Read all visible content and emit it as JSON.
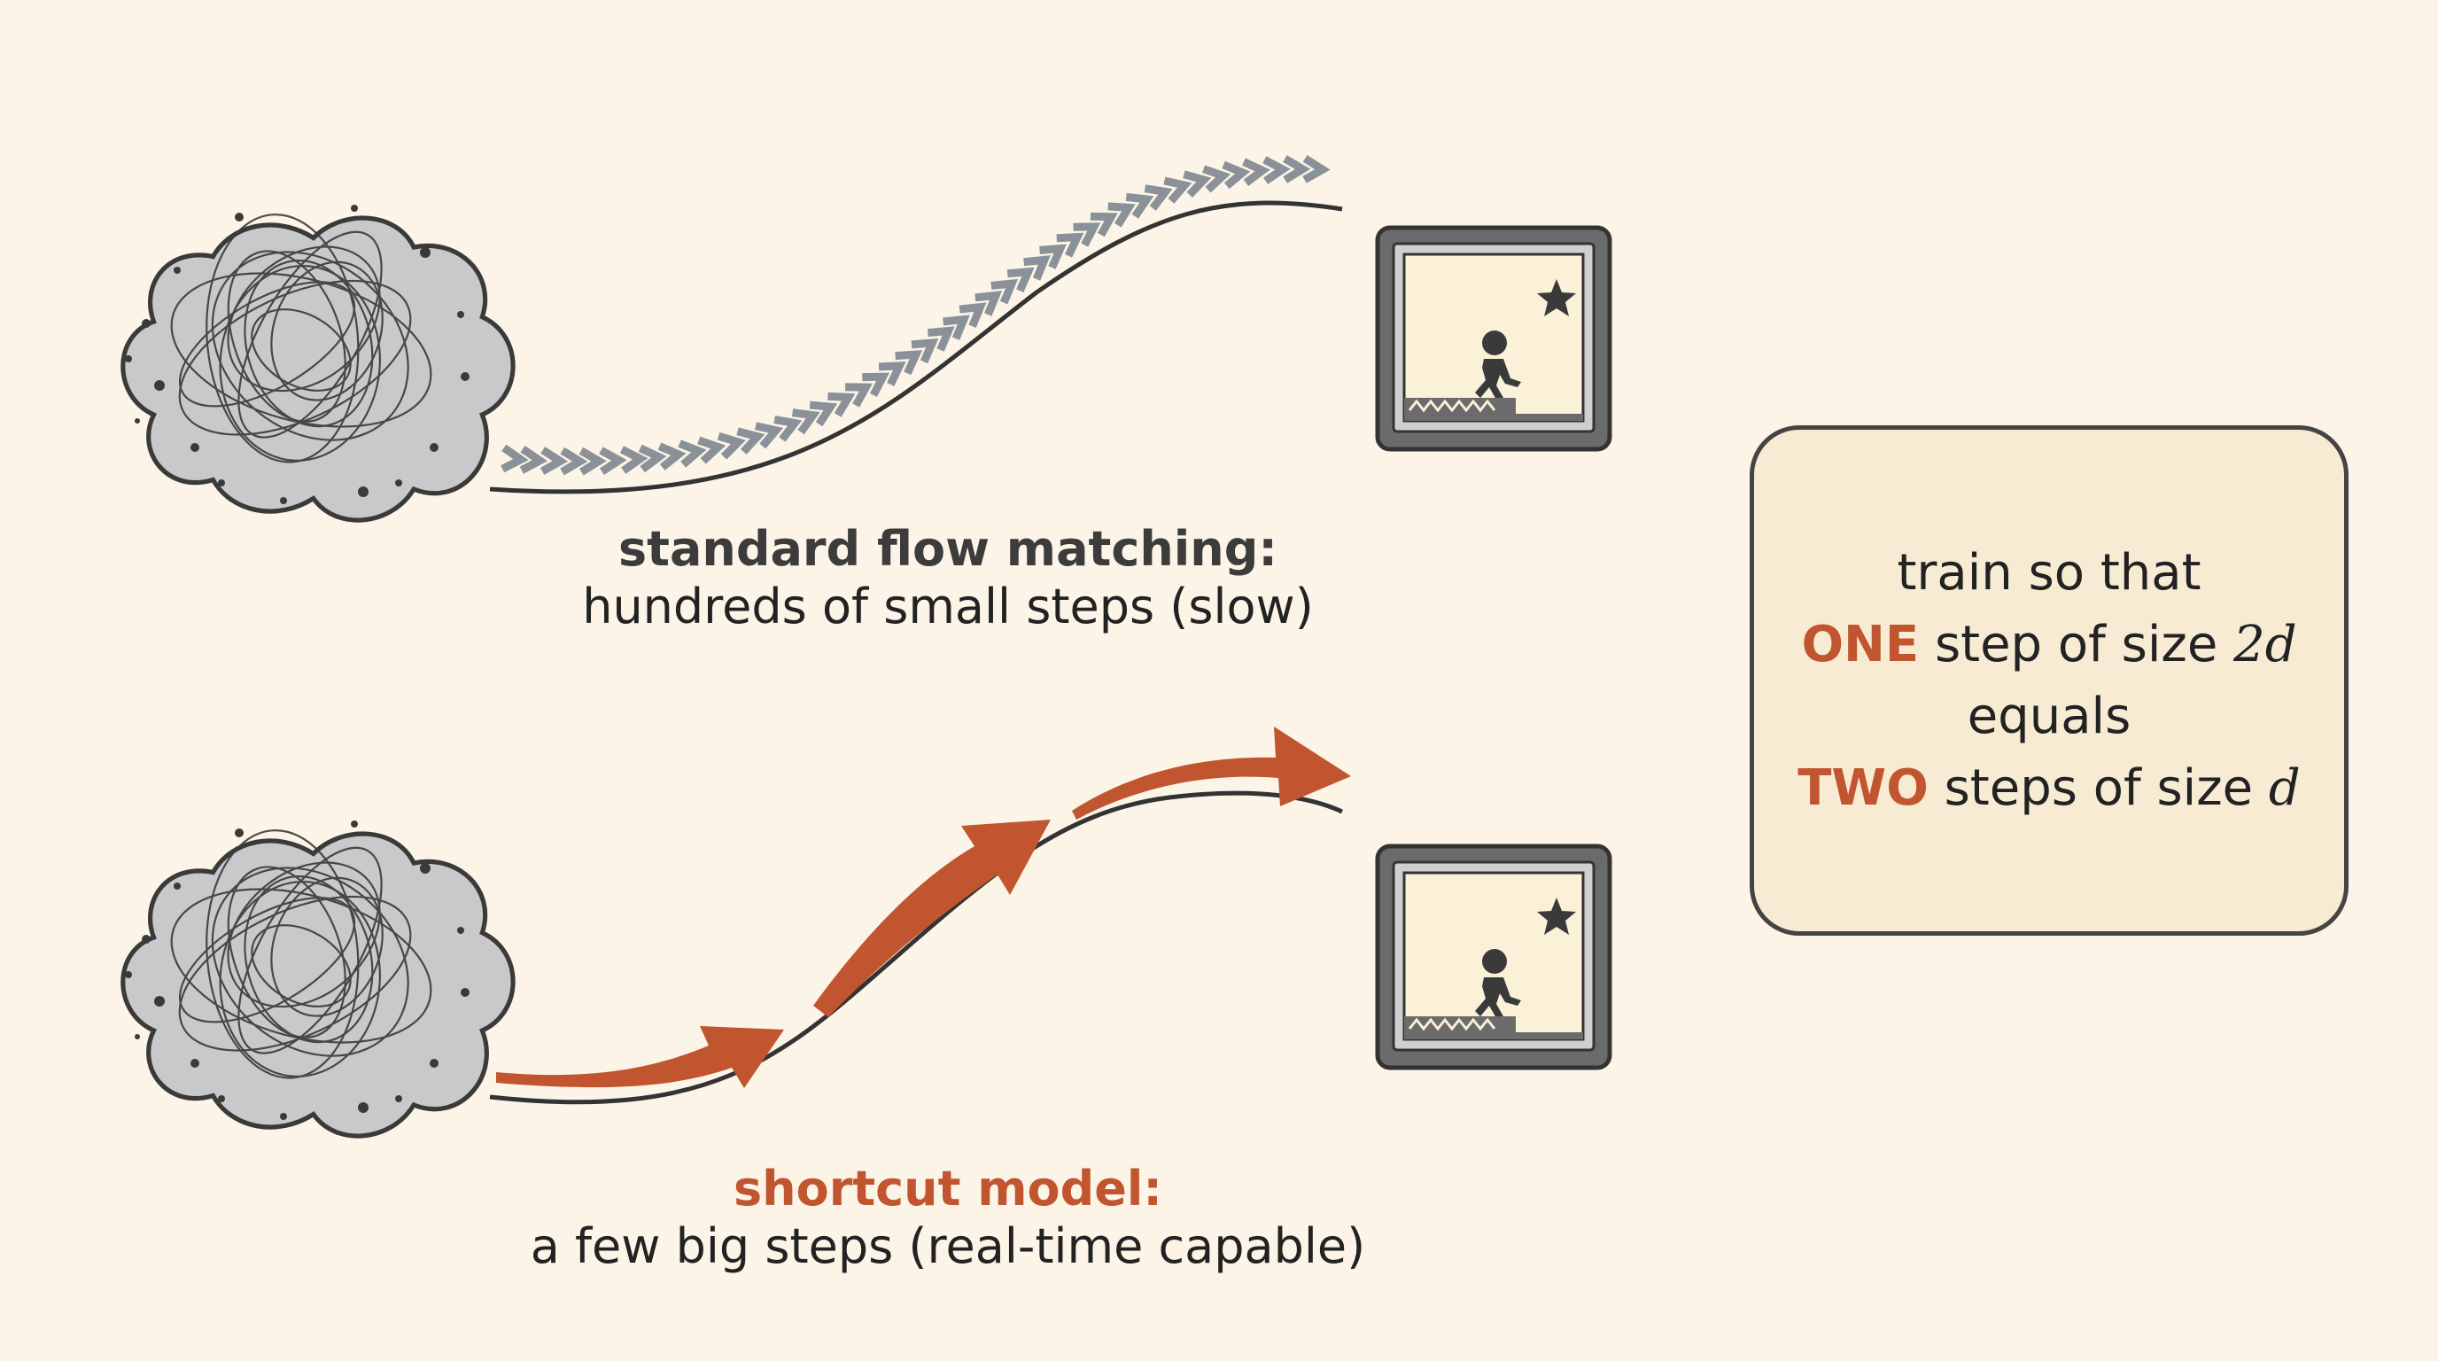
{
  "standard": {
    "title": "standard flow matching:",
    "subtitle": "hundreds of small steps (slow)"
  },
  "shortcut": {
    "title": "shortcut model:",
    "subtitle": "a few big steps (real-time capable)"
  },
  "rule": {
    "line1": "train so that",
    "one": "ONE",
    "one_rest": " step of size ",
    "one_math": "2d",
    "line3": "equals",
    "two": "TWO",
    "two_rest": " steps of size ",
    "two_math": "d"
  },
  "icons": {
    "noise": "noise-cloud-icon",
    "frame": "game-frame-icon",
    "star": "star-icon",
    "runner": "runner-icon",
    "small_step": "chevron-step-icon",
    "big_step": "big-arrow-icon"
  },
  "colors": {
    "background": "#fcf4e6",
    "accent": "#c05530",
    "chevron": "#8a9199",
    "ink": "#3c3c3c",
    "cloud": "#c9c9cc",
    "panel": "#f7ebd3"
  }
}
